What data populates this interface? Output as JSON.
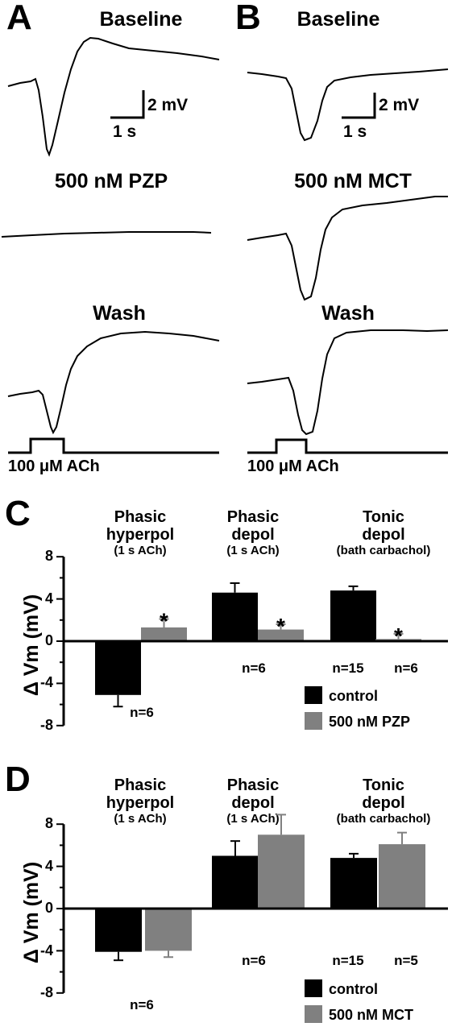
{
  "panels": {
    "A": {
      "letter": "A",
      "baseline": "Baseline",
      "drug": "500 nM PZP",
      "wash": "Wash",
      "scalebar_y": "2 mV",
      "scalebar_x": "1 s",
      "stimulus": "100 μM ACh"
    },
    "B": {
      "letter": "B",
      "baseline": "Baseline",
      "drug": "500 nM MCT",
      "wash": "Wash",
      "scalebar_y": "2 mV",
      "scalebar_x": "1 s",
      "stimulus": "100 μM ACh"
    }
  },
  "colors": {
    "control": "#000000",
    "drug": "#808080"
  },
  "chart_data": [
    {
      "id": "C",
      "letter": "C",
      "type": "bar",
      "categories": [
        {
          "main1": "Phasic",
          "main2": "hyperpol",
          "sub": "(1 s ACh)"
        },
        {
          "main1": "Phasic",
          "main2": "depol",
          "sub": "(1 s ACh)"
        },
        {
          "main1": "Tonic",
          "main2": "depol",
          "sub": "(bath carbachol)"
        }
      ],
      "ylabel": "Δ Vm (mV)",
      "ylim": [
        -8,
        8
      ],
      "yticks": [
        "8",
        "4",
        "0",
        "-4",
        "-8"
      ],
      "series": [
        {
          "name": "control",
          "values": [
            -5.1,
            4.6,
            4.8
          ],
          "errors": [
            1.1,
            0.9,
            0.4
          ]
        },
        {
          "name": "500 nM PZP",
          "values": [
            1.3,
            1.1,
            0.2
          ],
          "errors": [
            0.8,
            0.5,
            0.5
          ]
        }
      ],
      "significance": [
        "*",
        "*",
        "*"
      ],
      "n_labels": [
        "n=6",
        "n=6",
        "n=15",
        "n=6"
      ]
    },
    {
      "id": "D",
      "letter": "D",
      "type": "bar",
      "categories": [
        {
          "main1": "Phasic",
          "main2": "hyperpol",
          "sub": "(1 s ACh)"
        },
        {
          "main1": "Phasic",
          "main2": "depol",
          "sub": "(1 s ACh)"
        },
        {
          "main1": "Tonic",
          "main2": "depol",
          "sub": "(bath carbachol)"
        }
      ],
      "ylabel": "Δ Vm (mV)",
      "ylim": [
        -8,
        8
      ],
      "yticks": [
        "8",
        "4",
        "0",
        "-4",
        "-8"
      ],
      "series": [
        {
          "name": "control",
          "values": [
            -4.1,
            5.0,
            4.8
          ],
          "errors": [
            0.8,
            1.4,
            0.4
          ]
        },
        {
          "name": "500 nM MCT",
          "values": [
            -4.0,
            7.0,
            6.1
          ],
          "errors": [
            0.6,
            1.9,
            1.1
          ]
        }
      ],
      "significance": [],
      "n_labels": [
        "n=6",
        "n=6",
        "n=15",
        "n=5"
      ]
    }
  ]
}
